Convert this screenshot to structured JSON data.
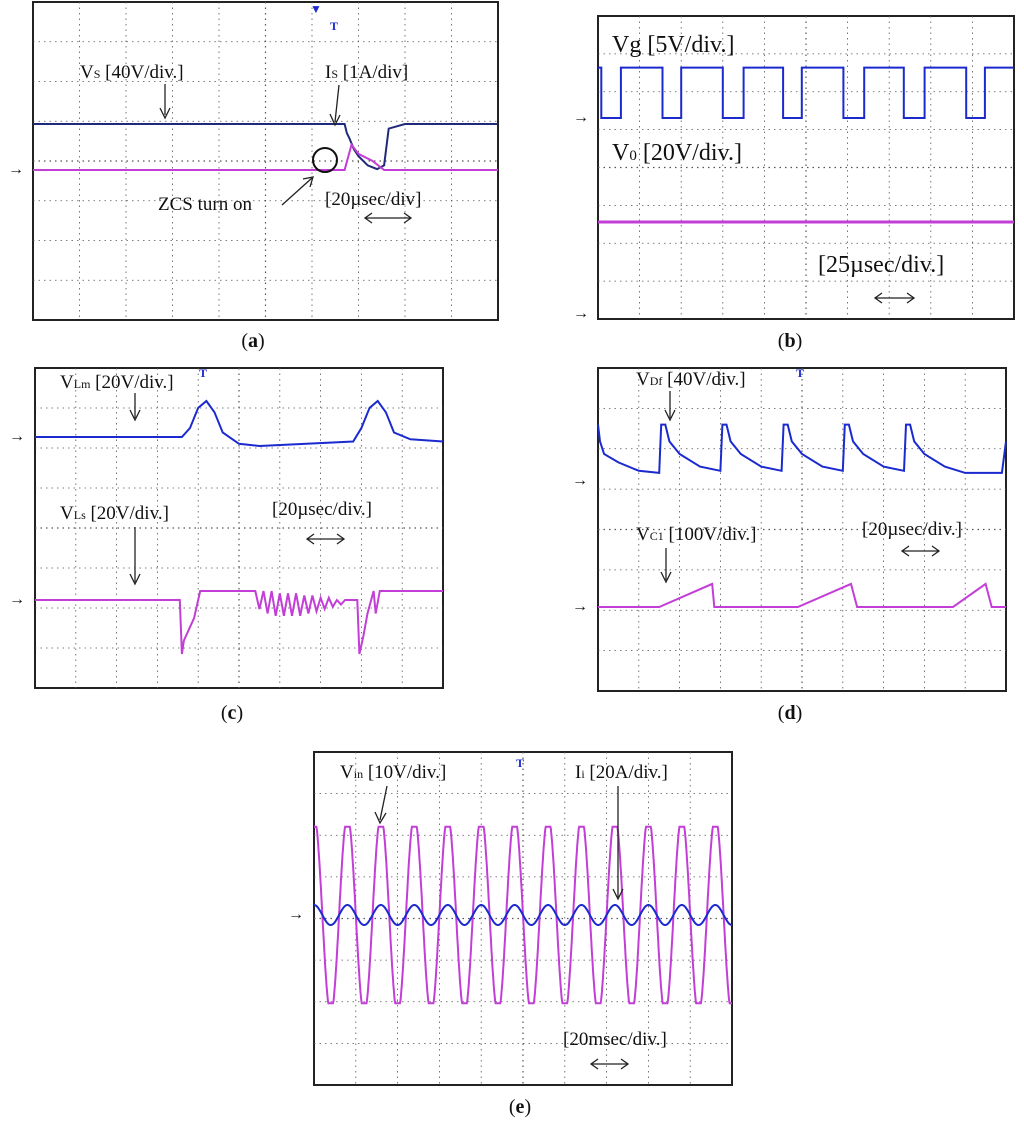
{
  "panels": [
    {
      "id": "a",
      "caption_letter": "a",
      "time_scale": "[20µsec/div]",
      "labels": [
        {
          "main": "V",
          "sub": "S",
          "rest": " [40V/div.]"
        },
        {
          "main": "I",
          "sub": "S",
          "rest": " [1A/div]"
        },
        {
          "main": "ZCS turn on",
          "sub": "",
          "rest": ""
        }
      ],
      "trigger_marker": "T"
    },
    {
      "id": "b",
      "caption_letter": "b",
      "time_scale": "[25µsec/div.]",
      "labels": [
        {
          "main": "Vg",
          "sub": "",
          "rest": " [5V/div.]"
        },
        {
          "main": "V",
          "sub": "0",
          "rest": " [20V/div.]"
        }
      ]
    },
    {
      "id": "c",
      "caption_letter": "c",
      "time_scale": "[20µsec/div.]",
      "labels": [
        {
          "main": "V",
          "sub": "Lm",
          "rest": " [20V/div.]"
        },
        {
          "main": "V",
          "sub": "Ls",
          "rest": " [20V/div.]"
        }
      ],
      "trigger_marker": "T"
    },
    {
      "id": "d",
      "caption_letter": "d",
      "time_scale": "[20µsec/div.]",
      "labels": [
        {
          "main": "V",
          "sub": "Df",
          "rest": " [40V/div.]"
        },
        {
          "main": "V",
          "sub": "C1",
          "rest": " [100V/div.]"
        }
      ],
      "trigger_marker": "T"
    },
    {
      "id": "e",
      "caption_letter": "e",
      "time_scale": "[20msec/div.]",
      "labels": [
        {
          "main": "V",
          "sub": "in",
          "rest": " [10V/div.]"
        },
        {
          "main": "I",
          "sub": "i",
          "rest": " [20A/div.]"
        }
      ],
      "trigger_marker": "T"
    }
  ],
  "chart_data": [
    {
      "type": "line",
      "panel": "a",
      "grid": true,
      "xlabel": "[20µsec/div]",
      "series": [
        {
          "name": "Vs [40V/div.]",
          "color": "#1f2a7a",
          "x": [
            0,
            6.7,
            6.75,
            6.8,
            6.9,
            7.0,
            7.2,
            7.4,
            7.55,
            7.65,
            8.0,
            10
          ],
          "y": [
            1.0,
            1.0,
            0.8,
            0.7,
            0.45,
            0.3,
            0.1,
            0.02,
            0.1,
            0.9,
            1.0,
            1.0
          ]
        },
        {
          "name": "Is [1A/div]",
          "color": "#c23ed6",
          "x": [
            0,
            6.7,
            6.85,
            7.0,
            7.3,
            7.55,
            7.65,
            10
          ],
          "y": [
            0,
            0,
            0.55,
            0.35,
            0.2,
            0.0,
            0,
            0
          ]
        }
      ],
      "annotations": [
        "ZCS turn on"
      ]
    },
    {
      "type": "line",
      "panel": "b",
      "grid": true,
      "xlabel": "[25µsec/div.]",
      "series": [
        {
          "name": "Vg [5V/div.]",
          "color": "#1a2acf",
          "x": [
            0,
            0.08,
            0.08,
            0.55,
            0.55,
            1.55,
            1.55,
            2.0,
            2.0,
            3.0,
            3.0,
            3.5,
            3.5,
            4.45,
            4.45,
            4.9,
            4.9,
            5.9,
            5.9,
            6.4,
            6.4,
            7.35,
            7.35,
            7.85,
            7.85,
            8.85,
            8.85,
            9.3,
            9.3,
            10
          ],
          "y": [
            1.2,
            1.2,
            0,
            0,
            1.2,
            1.2,
            0,
            0,
            1.2,
            1.2,
            0,
            0,
            1.2,
            1.2,
            0,
            0,
            1.2,
            1.2,
            0,
            0,
            1.2,
            1.2,
            0,
            0,
            1.2,
            1.2,
            0,
            0,
            1.2,
            1.2
          ]
        },
        {
          "name": "V0 [20V/div.]",
          "color": "#c23ed6",
          "x": [
            0,
            10
          ],
          "y": [
            0,
            0
          ]
        }
      ]
    },
    {
      "type": "line",
      "panel": "c",
      "grid": true,
      "xlabel": "[20µsec/div.]",
      "series": [
        {
          "name": "VLm [20V/div.]",
          "color": "#1a2acf",
          "x": [
            0,
            3.6,
            3.8,
            4.0,
            4.2,
            4.4,
            4.6,
            5.0,
            5.5,
            7.8,
            8.0,
            8.2,
            8.4,
            8.6,
            8.8,
            9.2,
            10
          ],
          "y": [
            0,
            0,
            0.2,
            0.65,
            0.8,
            0.55,
            0.1,
            -0.15,
            -0.2,
            -0.1,
            0.2,
            0.65,
            0.8,
            0.55,
            0.1,
            -0.05,
            -0.1
          ]
        },
        {
          "name": "VLs [20V/div.]",
          "color": "#c23ed6",
          "x": [
            0,
            3.55,
            3.6,
            3.65,
            3.9,
            4.05,
            4.1,
            5.4,
            5.5,
            5.6,
            5.7,
            5.8,
            5.9,
            6.0,
            6.1,
            6.2,
            6.3,
            6.4,
            6.5,
            6.6,
            6.7,
            6.8,
            6.9,
            7.0,
            7.1,
            7.2,
            7.3,
            7.4,
            7.5,
            7.6,
            7.9,
            7.95,
            8.05,
            8.15,
            8.3,
            8.35,
            8.45,
            8.5,
            10
          ],
          "y": [
            0,
            0,
            -1.2,
            -0.9,
            -0.4,
            0.2,
            0.2,
            0.2,
            -0.2,
            0.2,
            -0.3,
            0.2,
            -0.35,
            0.15,
            -0.35,
            0.15,
            -0.35,
            0.15,
            -0.35,
            0.1,
            -0.3,
            0.1,
            -0.25,
            0.05,
            -0.2,
            0.05,
            -0.15,
            0,
            -0.1,
            0,
            0,
            -1.2,
            -0.8,
            -0.3,
            0.2,
            -0.3,
            0.2,
            0.2,
            0.2
          ]
        }
      ]
    },
    {
      "type": "line",
      "panel": "d",
      "grid": true,
      "xlabel": "[20µsec/div.]",
      "series": [
        {
          "name": "VDf [40V/div.]",
          "color": "#1a2acf",
          "x": [
            0,
            0.05,
            0.15,
            0.5,
            1.0,
            1.5,
            1.55,
            1.65,
            1.75,
            2.0,
            2.5,
            3.0,
            3.05,
            3.15,
            3.25,
            3.5,
            4.0,
            4.5,
            4.55,
            4.65,
            4.75,
            5.0,
            5.5,
            6.0,
            6.05,
            6.15,
            6.25,
            6.5,
            7.0,
            7.5,
            7.55,
            7.65,
            7.75,
            8.0,
            8.5,
            9.0,
            9.05,
            9.15,
            9.25,
            9.5,
            9.9,
            10
          ],
          "y": [
            1.2,
            0.8,
            0.5,
            0.3,
            0.1,
            0.05,
            1.2,
            1.2,
            0.8,
            0.5,
            0.2,
            0.1,
            1.2,
            1.2,
            0.8,
            0.5,
            0.2,
            0.1,
            1.2,
            1.2,
            0.8,
            0.5,
            0.2,
            0.1,
            1.2,
            1.2,
            0.8,
            0.5,
            0.2,
            0.1,
            1.2,
            1.2,
            0.8,
            0.5,
            0.2,
            0.05,
            0.05,
            0.05,
            0.05,
            0.05,
            0.05,
            0.8
          ]
        },
        {
          "name": "VC1 [100V/div.]",
          "color": "#c23ed6",
          "x": [
            0,
            1.5,
            2.8,
            2.85,
            3.2,
            4.8,
            4.9,
            6.2,
            6.35,
            8.7,
            9.5,
            9.65,
            10
          ],
          "y": [
            0,
            0,
            0.55,
            0,
            0,
            0,
            0,
            0.55,
            0,
            0,
            0.55,
            0,
            0
          ]
        }
      ]
    },
    {
      "type": "line",
      "panel": "e",
      "grid": true,
      "xlabel": "[20msec/div.]",
      "series": [
        {
          "name": "Vin [10V/div.]",
          "color": "#c23ed6",
          "waveform": "sine",
          "cycles": 12.5,
          "amplitude_div": 2.3
        },
        {
          "name": "Ii [20A/div.]",
          "color": "#1a2acf",
          "waveform": "sine",
          "cycles": 12.5,
          "amplitude_div": 0.25,
          "phase_deg": 0
        }
      ]
    }
  ]
}
